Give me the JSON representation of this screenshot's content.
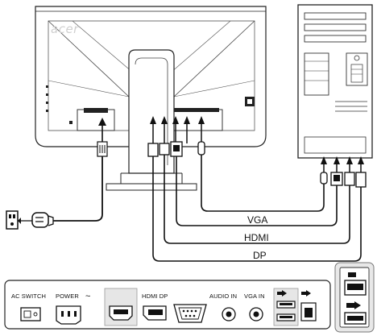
{
  "monitor": {
    "brand": "acer"
  },
  "cables": {
    "vga_label": "VGA",
    "hdmi_label": "HDMI",
    "dp_label": "DP"
  },
  "io_panel": {
    "ac_switch": "AC SWITCH",
    "power": "POWER",
    "hdmi_dp": "HDMI DP",
    "audio_in": "AUDIO IN",
    "vga_in": "VGA IN",
    "power_symbol": "~"
  },
  "colors": {
    "line": "#111111",
    "cable": "#222222",
    "highlight": "#e8e8e8",
    "pc_outline": "#333333"
  }
}
